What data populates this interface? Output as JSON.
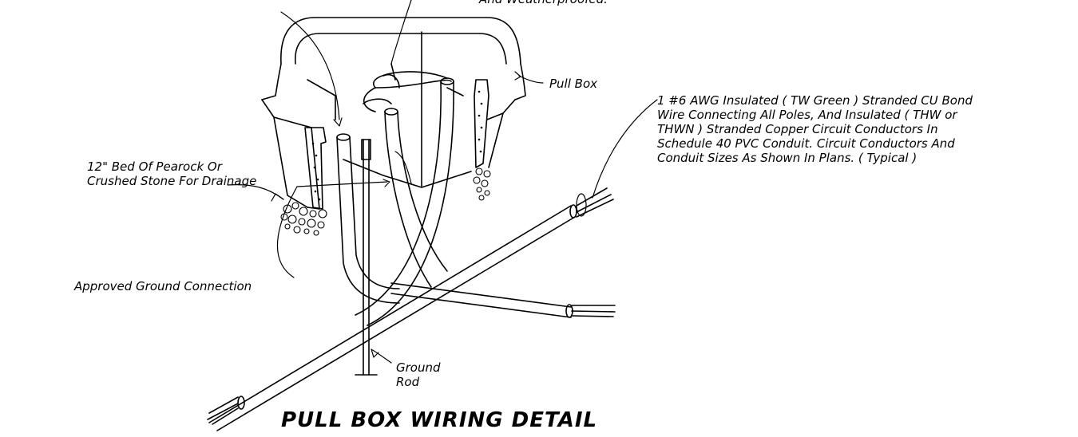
{
  "diagram": {
    "title": "PULL BOX WIRING DETAIL",
    "labels": {
      "top_partial": "And Weatherproofed.",
      "pull_box": "Pull Box",
      "bond_wire": [
        "1 #6 AWG Insulated ( TW  Green ) Stranded CU Bond",
        "Wire Connecting All Poles, And Insulated ( THW  or",
        "THWN ) Stranded Copper Circuit  Conductors In",
        "Schedule 40 PVC Conduit.  Circuit Conductors And",
        "Conduit Sizes As Shown In Plans. ( Typical )"
      ],
      "bed": [
        "12\" Bed Of Pearock Or",
        "Crushed Stone For Drainage"
      ],
      "ground_connection": "Approved Ground Connection",
      "ground_rod": [
        "Ground",
        "Rod"
      ]
    }
  }
}
